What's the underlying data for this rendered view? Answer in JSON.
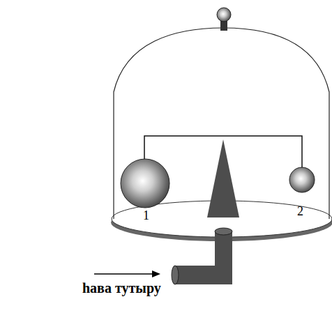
{
  "diagram": {
    "labels": [
      "1",
      "2",
      "һава тутыру"
    ]
  }
}
